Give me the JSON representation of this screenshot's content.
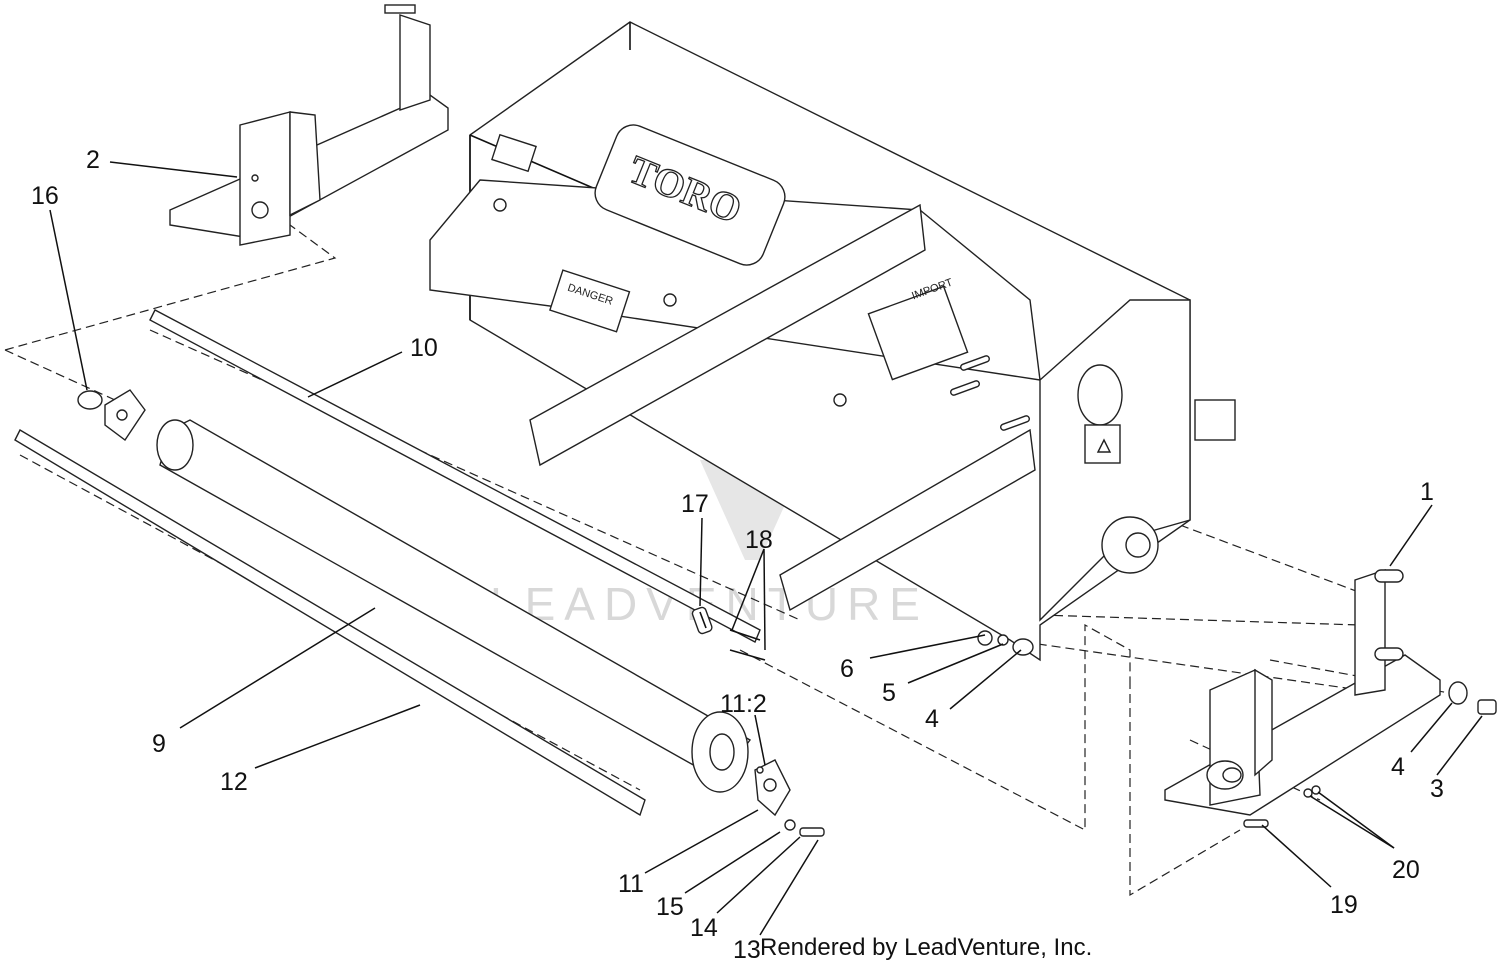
{
  "diagram": {
    "brand_logo": "TORO",
    "decals": {
      "danger": "DANGER",
      "important": "IMPORT"
    },
    "watermark": "LEADVENTURE",
    "credit": "Rendered by LeadVenture, Inc."
  },
  "callouts": [
    {
      "id": "c1",
      "label": "1"
    },
    {
      "id": "c2",
      "label": "2"
    },
    {
      "id": "c3",
      "label": "3"
    },
    {
      "id": "c4a",
      "label": "4"
    },
    {
      "id": "c4b",
      "label": "4"
    },
    {
      "id": "c5",
      "label": "5"
    },
    {
      "id": "c6",
      "label": "6"
    },
    {
      "id": "c9",
      "label": "9"
    },
    {
      "id": "c10",
      "label": "10"
    },
    {
      "id": "c11",
      "label": "11"
    },
    {
      "id": "c11b",
      "label": "11:2"
    },
    {
      "id": "c12",
      "label": "12"
    },
    {
      "id": "c13",
      "label": "13"
    },
    {
      "id": "c14",
      "label": "14"
    },
    {
      "id": "c15",
      "label": "15"
    },
    {
      "id": "c16",
      "label": "16"
    },
    {
      "id": "c17",
      "label": "17"
    },
    {
      "id": "c18",
      "label": "18"
    },
    {
      "id": "c19",
      "label": "19"
    },
    {
      "id": "c20",
      "label": "20"
    }
  ]
}
